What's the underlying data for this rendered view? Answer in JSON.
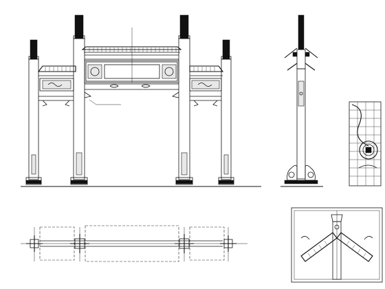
{
  "drawing": {
    "views": [
      "front-elevation",
      "side-elevation",
      "ornament-detail",
      "plan-view",
      "roof-joint-detail"
    ]
  },
  "annotations": {
    "leader_line_1": "",
    "leader_line_2": ""
  }
}
